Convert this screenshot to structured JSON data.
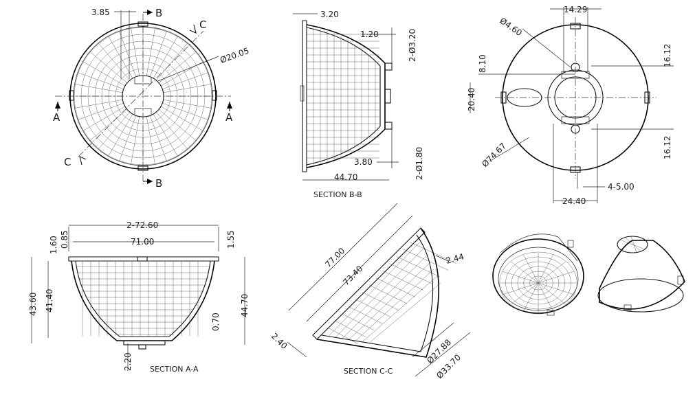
{
  "front_view": {
    "dims": [
      "3.85",
      "Ø20.05"
    ],
    "section_marks": {
      "b_top": "B",
      "b_bottom": "B",
      "a_left": "A",
      "a_right": "A",
      "c_top": "C",
      "c_bottom": "C"
    }
  },
  "section_bb": {
    "title": "SECTION B-B",
    "dims": [
      "3.20",
      "1.20",
      "2-Ø3.20",
      "2-Ø1.80",
      "3.80",
      "44.70"
    ]
  },
  "rear_view": {
    "dims": [
      "14.29",
      "Ø4.60",
      "8.10",
      "16.12",
      "20.40",
      "16.12",
      "Ø74.67",
      "4-5.00",
      "24.40"
    ]
  },
  "section_aa": {
    "title": "SECTION A-A",
    "dims": [
      "1.60",
      "0.85",
      "2-72.60",
      "71.00",
      "1.55",
      "43.60",
      "41.40",
      "44.70",
      "0.70",
      "2.20"
    ]
  },
  "section_cc": {
    "title": "SECTION C-C",
    "dims": [
      "77.00",
      "73.40",
      "2.44",
      "2.40",
      "Ø27.88",
      "Ø33.70"
    ]
  }
}
